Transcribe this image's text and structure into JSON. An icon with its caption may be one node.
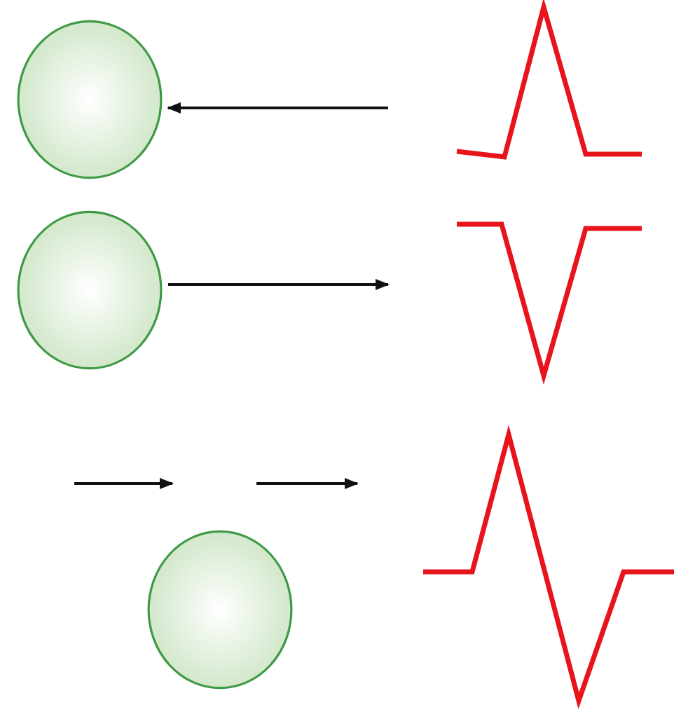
{
  "diagram": {
    "nodes": [
      {
        "text": [],
        "shape": "circle"
      },
      {
        "text": [],
        "shape": "circle"
      },
      {
        "text": [],
        "shape": "circle"
      }
    ],
    "edges": [
      {
        "from": null,
        "to": 0,
        "arrow": "to"
      },
      {
        "from": 1,
        "to": null,
        "arrow": "to"
      }
    ]
  }
}
